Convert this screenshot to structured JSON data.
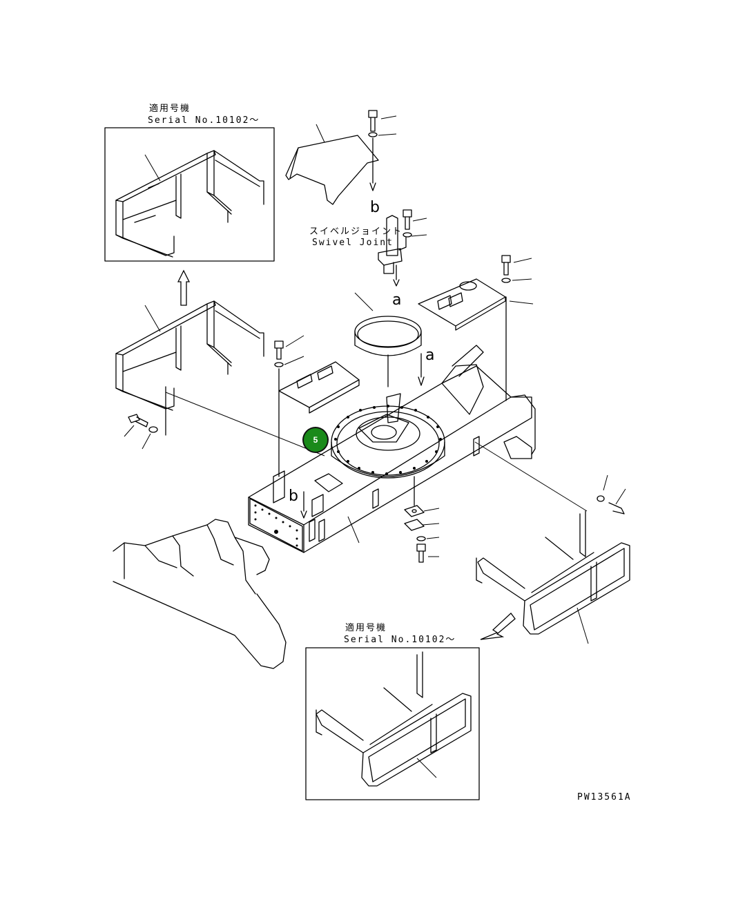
{
  "callout": {
    "number": "5",
    "color": "#1a8a1a",
    "text_color": "#ffffff"
  },
  "inset_top": {
    "jp_label": "適用号機",
    "serial_label": "Serial No.10102～"
  },
  "inset_bottom": {
    "jp_label": "適用号機",
    "serial_label": "Serial No.10102～"
  },
  "swivel_joint": {
    "jp_label": "スイベルジョイント",
    "en_label": "Swivel Joint"
  },
  "view_letters": {
    "a_upper": "a",
    "a_lower": "a",
    "b_upper": "b",
    "b_lower": "b"
  },
  "drawing_number": "PW13561A",
  "colors": {
    "line": "#000000",
    "background": "#ffffff"
  }
}
